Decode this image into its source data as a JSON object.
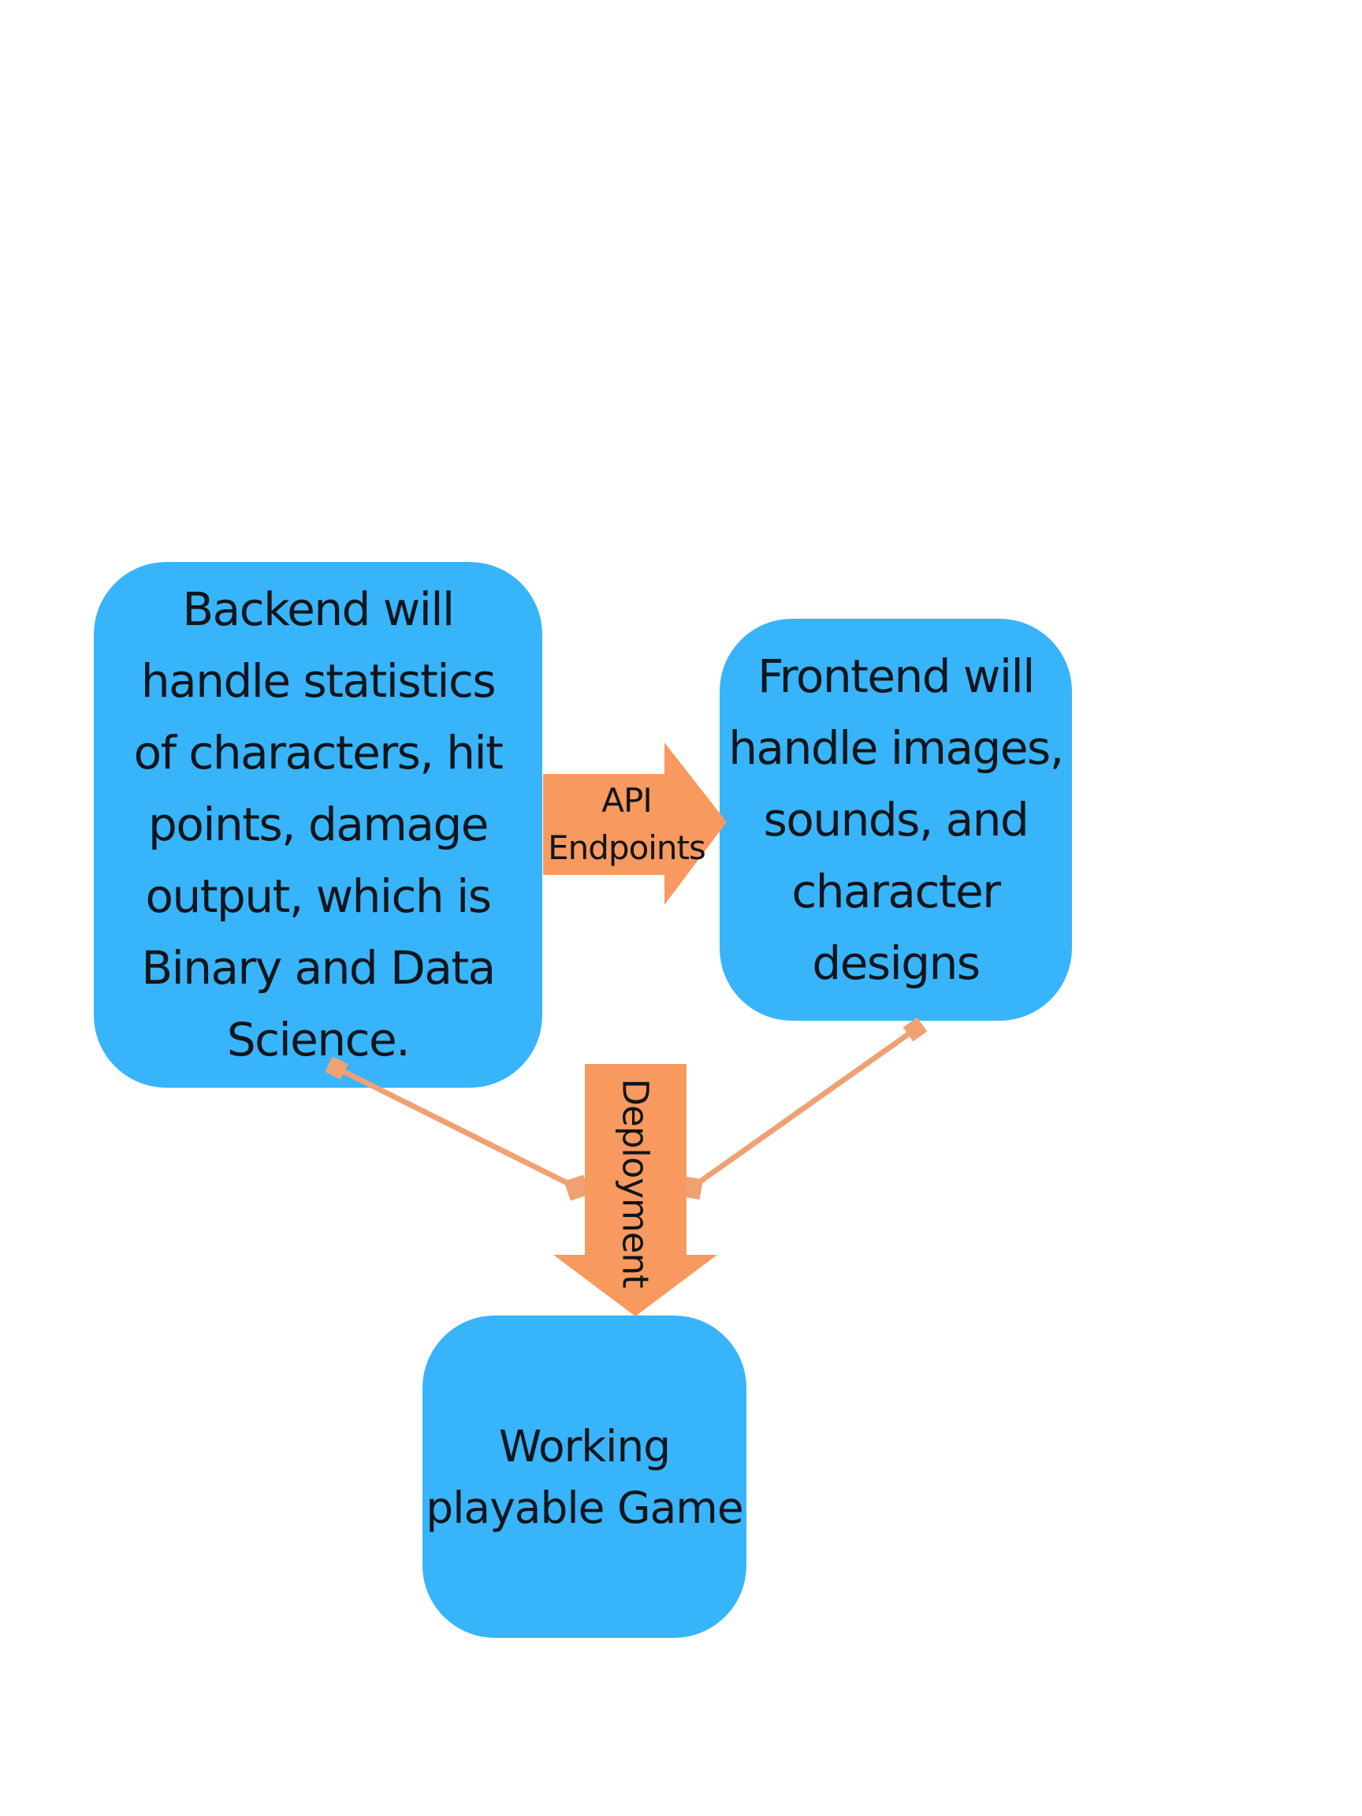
{
  "colors": {
    "page_bg": "#ffffff",
    "box_blue": "#38b4fa",
    "arrow_orange": "#f8995f",
    "connector_orange": "#f0a172",
    "text_dark": "#10151b"
  },
  "boxes": {
    "backend": {
      "text": "Backend will handle statistics of characters, hit points, damage output, which is Binary and Data Science.",
      "lines": [
        "Backend will",
        "handle statistics",
        "of characters, hit",
        "points, damage",
        "output, which is",
        "Binary and Data",
        "Science."
      ]
    },
    "frontend": {
      "text": "Frontend will handle images, sounds, and character designs",
      "lines": [
        "Frontend will",
        "handle images,",
        "sounds, and",
        "character",
        "designs"
      ]
    },
    "game": {
      "text": "Working playable Game",
      "lines": [
        "Working",
        "playable Game"
      ]
    }
  },
  "connectors": {
    "api": {
      "label_lines": [
        "API",
        "Endpoints"
      ]
    },
    "deployment": {
      "label": "Deployment"
    }
  }
}
